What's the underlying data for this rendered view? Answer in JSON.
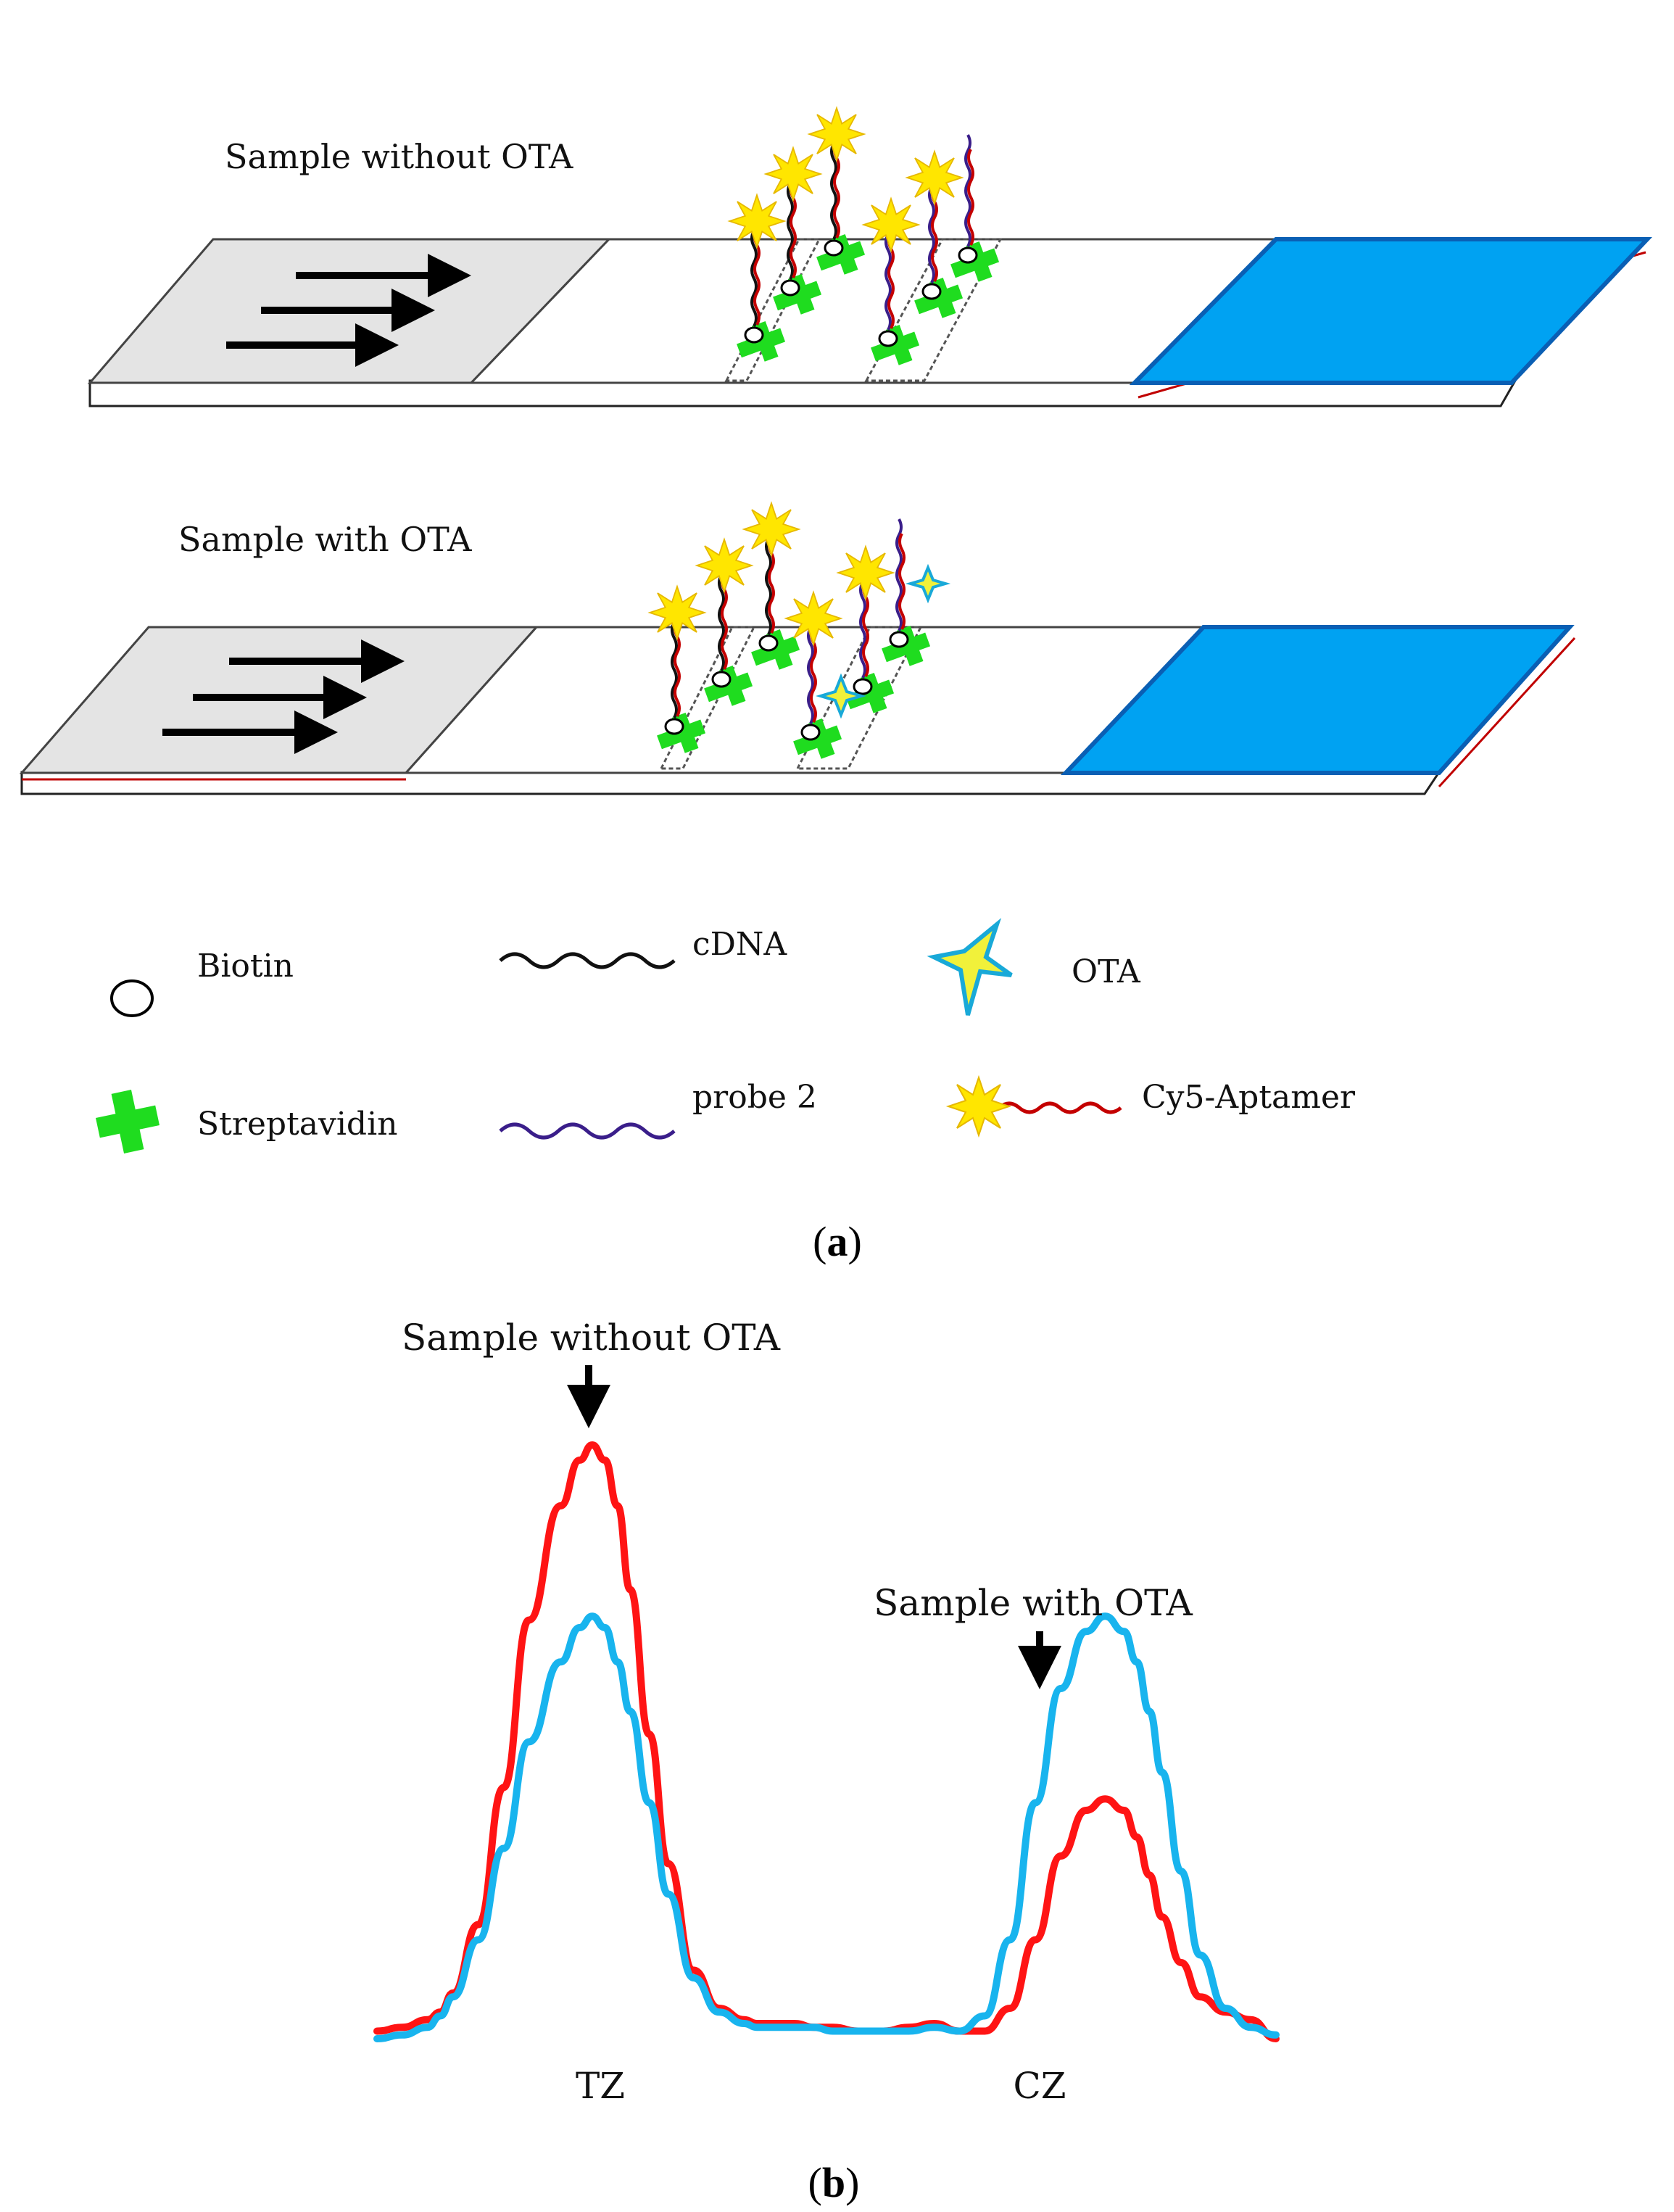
{
  "colors": {
    "strip_pad": "#e4e4e4",
    "strip_membrane": "#ffffff",
    "absorbent_pad": "#00a2f2",
    "absorbent_pad_edge": "#0a5fb4",
    "strip_outline": "#222222",
    "backing_red": "#c00000",
    "arrow": "#000000",
    "streptavidin": "#1fdc1f",
    "biotin": "#ffffff",
    "cdna": "#111111",
    "probe2": "#3a1e8a",
    "aptamer": "#c40000",
    "cy5": "#ffe600",
    "ota": "#f1f13a",
    "ota_edge": "#19a9d8",
    "curve_without_ota": "#ff1414",
    "curve_with_ota": "#18b4ee"
  },
  "panel_a": {
    "strip_top_label": "Sample without OTA",
    "strip_bottom_label": "Sample with OTA",
    "caption_open": "(",
    "caption_letter": "a",
    "caption_close": ")",
    "legend": [
      {
        "icon": "biotin-icon",
        "label": "Biotin"
      },
      {
        "icon": "cdna-icon",
        "label": "cDNA"
      },
      {
        "icon": "ota-icon",
        "label": "OTA"
      },
      {
        "icon": "streptavidin-icon",
        "label": "Streptavidin"
      },
      {
        "icon": "probe2-icon",
        "label": "probe 2"
      },
      {
        "icon": "cy5-aptamer-icon",
        "label": "Cy5-Aptamer"
      }
    ]
  },
  "panel_b": {
    "annotation_without_ota": "Sample without OTA",
    "annotation_with_ota": "Sample with OTA",
    "tz_label": "TZ",
    "cz_label": "CZ",
    "caption_open": "(",
    "caption_letter": "b",
    "caption_close": ")"
  },
  "chart_data": {
    "type": "line",
    "title": "",
    "xlabel": "",
    "ylabel": "",
    "grid": false,
    "axes_visible": false,
    "x": [
      0,
      20,
      40,
      50,
      60,
      80,
      100,
      120,
      145,
      160,
      170,
      180,
      190,
      200,
      215,
      230,
      250,
      270,
      290,
      300,
      310,
      320,
      330,
      345,
      360,
      380,
      400,
      420,
      440,
      460,
      480,
      500,
      520,
      540,
      560,
      575,
      590,
      600,
      610,
      620,
      635,
      650,
      670,
      690,
      710
    ],
    "categories": [
      "TZ",
      "CZ"
    ],
    "series": [
      {
        "color": "#ff1414",
        "values": [
          2,
          3,
          5,
          7,
          12,
          30,
          66,
          110,
          140,
          152,
          156,
          152,
          140,
          118,
          80,
          46,
          18,
          8,
          5,
          4,
          4,
          4,
          4,
          3,
          3,
          2,
          2,
          3,
          4,
          2,
          2,
          8,
          26,
          48,
          60,
          63,
          60,
          53,
          43,
          32,
          20,
          11,
          7,
          5,
          0
        ]
      },
      {
        "color": "#18b4ee",
        "values": [
          0,
          1,
          3,
          6,
          11,
          26,
          50,
          78,
          99,
          108,
          111,
          108,
          99,
          86,
          62,
          38,
          16,
          7,
          4,
          3,
          3,
          3,
          3,
          3,
          2,
          2,
          2,
          2,
          3,
          2,
          6,
          26,
          62,
          92,
          107,
          111,
          107,
          99,
          86,
          70,
          44,
          22,
          8,
          3,
          1
        ]
      }
    ],
    "annotations": [
      {
        "text": "Sample without OTA",
        "x": 170,
        "series_color": "#ff1414"
      },
      {
        "text": "Sample with OTA",
        "x": 575,
        "series_color": "#18b4ee"
      }
    ]
  }
}
